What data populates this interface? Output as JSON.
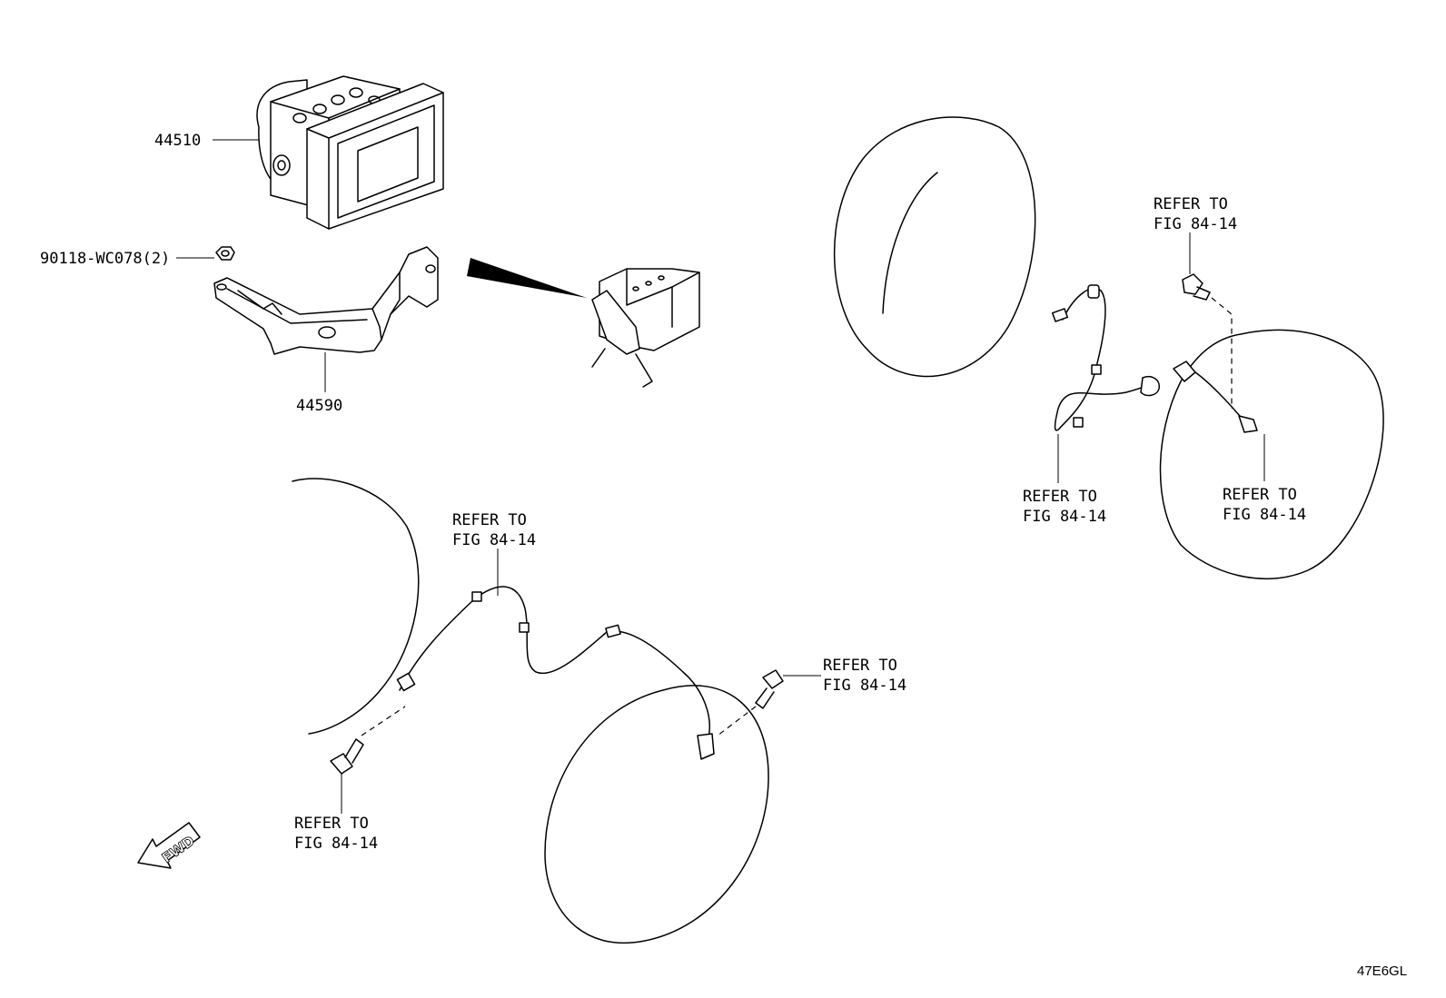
{
  "parts": {
    "actuator": "44510",
    "bracket": "44590",
    "nut": "90118-WC078(2)"
  },
  "refer": {
    "line1": "REFER TO",
    "line2": "FIG 84-14"
  },
  "fwd_label": "FWD",
  "diagram_code": "47E6GL"
}
